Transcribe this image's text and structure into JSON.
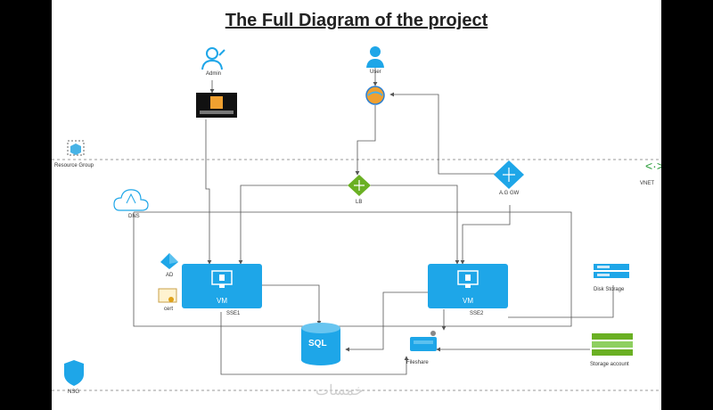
{
  "title": "The Full Diagram of the project",
  "nodes": {
    "admin": "Admin",
    "user": "User",
    "resource_group": "Resource Group",
    "vnet": "VNET",
    "lb": "LB",
    "app_gw": "A.G GW",
    "dns": "DNS",
    "ad": "AD",
    "cert": "cert",
    "vm1": "VM",
    "vm1_id": "SSE1",
    "vm2": "VM",
    "vm2_id": "SSE2",
    "sql": "SQL",
    "fileshare": "Fileshare",
    "disk_storage": "Disk Storage",
    "storage_account": "Storage account",
    "nsg": "NSG"
  },
  "watermark": "خمسات",
  "colors": {
    "azure_blue": "#1ea6e8",
    "line": "#555555",
    "green": "#6ab023"
  }
}
